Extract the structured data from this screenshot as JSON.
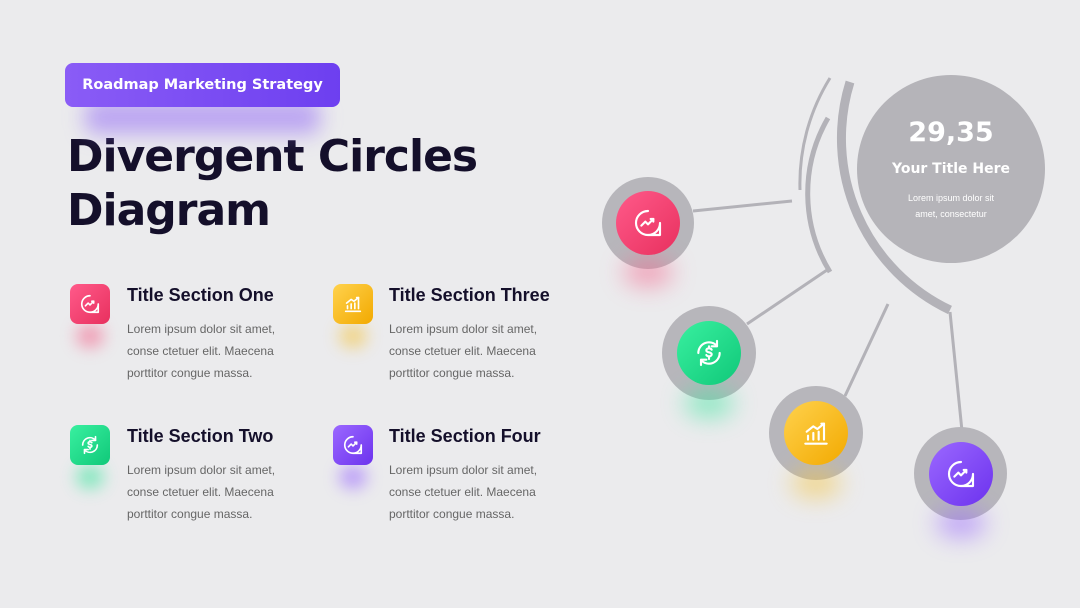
{
  "badge": {
    "label": "Roadmap Marketing Strategy"
  },
  "title": {
    "line1": "Divergent Circles",
    "line2": "Diagram"
  },
  "sections": [
    {
      "title": "Title Section One",
      "body": "Lorem ipsum dolor sit amet, conse ctetuer elit. Maecena porttitor congue massa.",
      "icon": "chart-bubble-icon",
      "color": "#f0406e"
    },
    {
      "title": "Title Section Two",
      "body": "Lorem ipsum dolor sit amet, conse ctetuer elit. Maecena porttitor congue massa.",
      "icon": "dollar-cycle-icon",
      "color": "#22dd8f"
    },
    {
      "title": "Title Section Three",
      "body": "Lorem ipsum dolor sit amet, conse ctetuer elit. Maecena porttitor congue massa.",
      "icon": "bar-chart-icon",
      "color": "#f5b71f"
    },
    {
      "title": "Title Section Four",
      "body": "Lorem ipsum dolor sit amet, conse ctetuer elit. Maecena porttitor congue massa.",
      "icon": "chart-bubble-icon",
      "color": "#8147f5"
    }
  ],
  "highlight": {
    "value": "29,35",
    "title": "Your Title Here",
    "desc": "Lorem ipsum dolor sit amet, consectetur"
  },
  "colors": {
    "background": "#ebebed",
    "circle_gray": "#b5b4b9",
    "line_gray": "#b3b2b8",
    "badge": "#7c4cf3",
    "title": "#140f2a"
  }
}
